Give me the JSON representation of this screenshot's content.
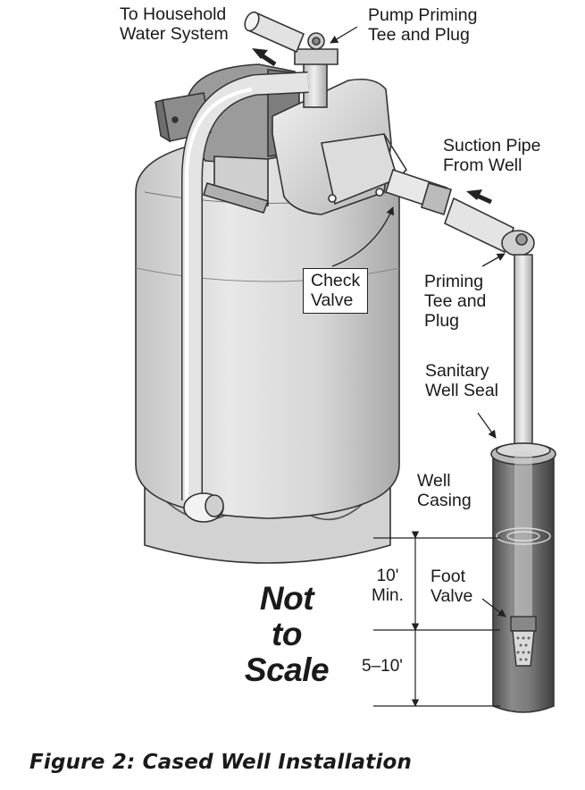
{
  "labels": {
    "household": [
      "To Household",
      "Water System"
    ],
    "pump_priming": [
      "Pump Priming",
      "Tee and Plug"
    ],
    "suction_pipe": [
      "Suction Pipe",
      "From Well"
    ],
    "check_valve": [
      "Check",
      "Valve"
    ],
    "priming_tee": [
      "Priming",
      "Tee and",
      "Plug"
    ],
    "sanitary_seal": [
      "Sanitary",
      "Well Seal"
    ],
    "well_casing": [
      "Well",
      "Casing"
    ],
    "min_depth": [
      "10'",
      "Min."
    ],
    "foot_valve": [
      "Foot",
      "Valve"
    ],
    "depth_range": "5–10'"
  },
  "scale_note": [
    "Not",
    "to",
    "Scale"
  ],
  "caption": "Figure 2: Cased Well Installation",
  "colors": {
    "outline": "#333333",
    "metal_light": "#e6e6e6",
    "metal_mid": "#c9c9c9",
    "metal_dark": "#9a9a9a",
    "casing_dark": "#5a5a5a"
  }
}
